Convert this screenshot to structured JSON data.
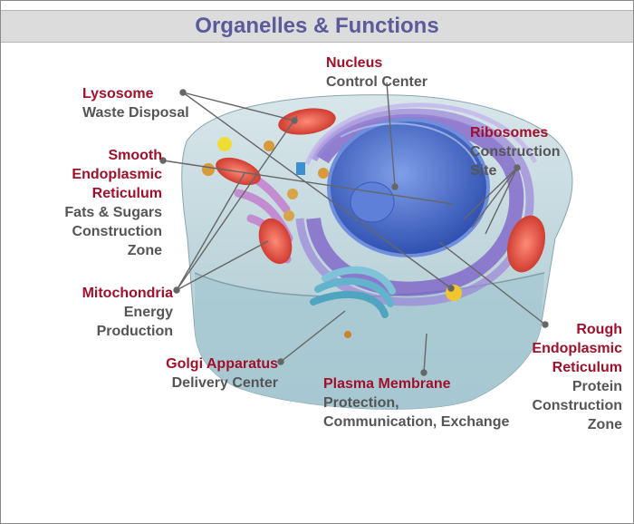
{
  "title": "Organelles & Functions",
  "labels": {
    "nucleus": {
      "name": "Nucleus",
      "desc": [
        "Control Center"
      ]
    },
    "lysosome": {
      "name": "Lysosome",
      "desc": [
        "Waste Disposal"
      ]
    },
    "ribosomes": {
      "name": "Ribosomes",
      "desc": [
        "Construction",
        "Site"
      ]
    },
    "smooth_er": {
      "name": [
        "Smooth",
        "Endoplasmic",
        "Reticulum"
      ],
      "desc": [
        "Fats & Sugars",
        "Construction",
        "Zone"
      ]
    },
    "mitochondria": {
      "name": "Mitochondria",
      "desc": [
        "Energy",
        "Production"
      ]
    },
    "rough_er": {
      "name": [
        "Rough",
        "Endoplasmic",
        "Reticulum"
      ],
      "desc": [
        "Protein",
        "Construction",
        "Zone"
      ]
    },
    "golgi": {
      "name": "Golgi Apparatus",
      "desc": [
        "Delivery Center"
      ]
    },
    "plasma_membrane": {
      "name": "Plasma Membrane",
      "desc": [
        "Protection,",
        "Communication, Exchange"
      ]
    }
  },
  "colors": {
    "title": "#5b5a9b",
    "organelle_name": "#a0102a",
    "description": "#555555",
    "leader_line": "#666666"
  }
}
